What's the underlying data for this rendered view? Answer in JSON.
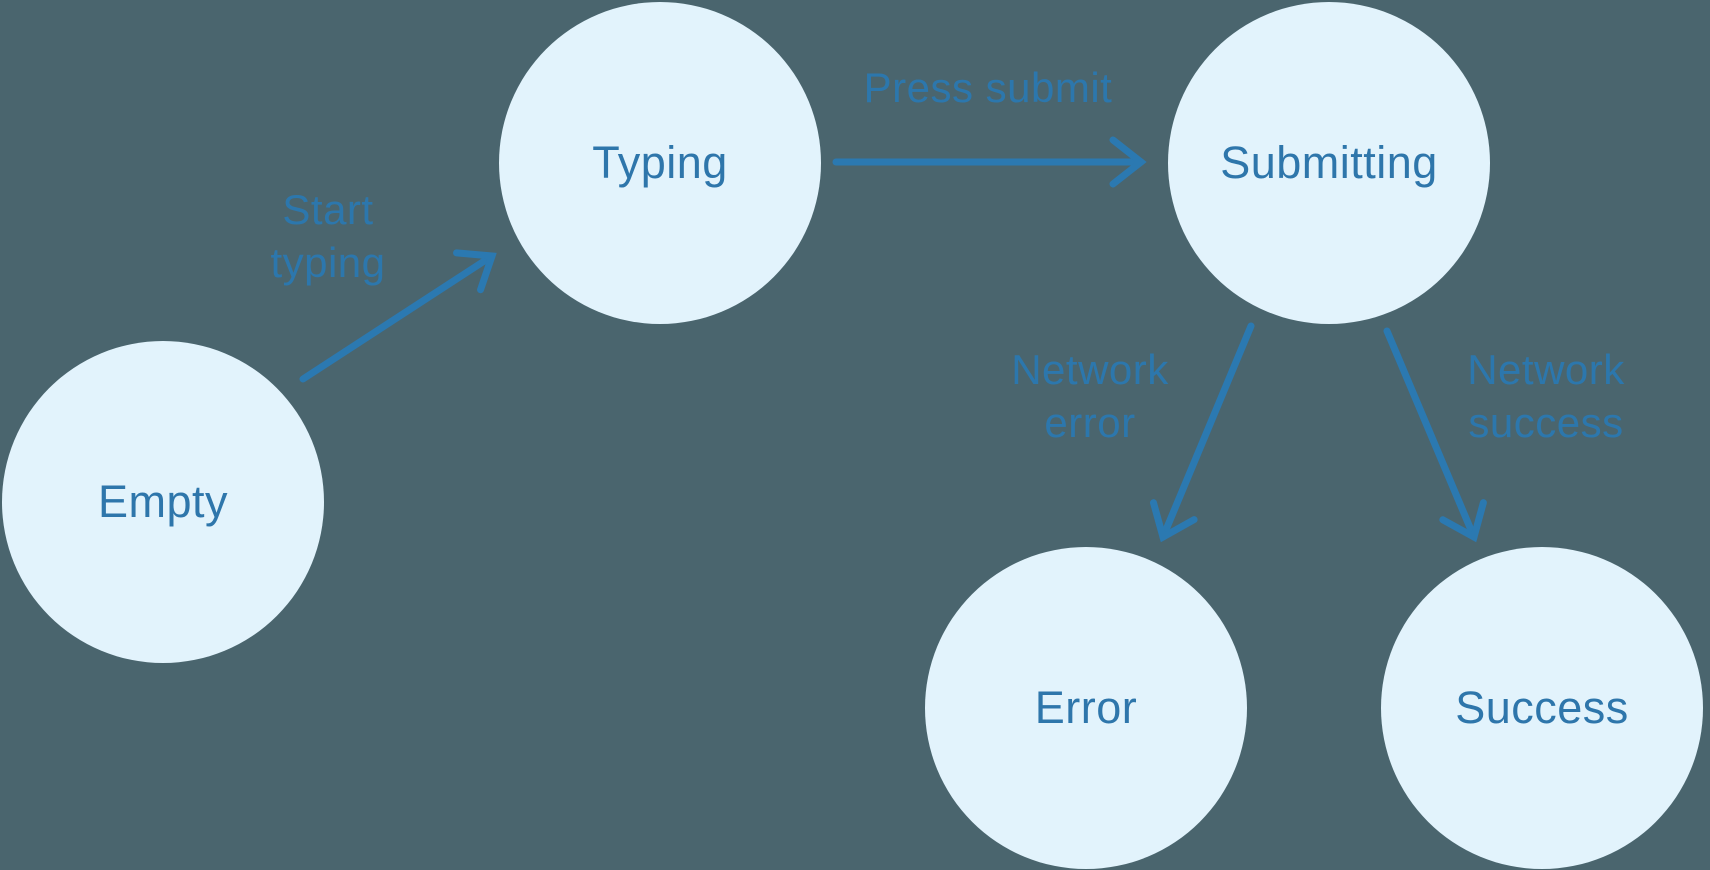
{
  "diagram": {
    "type": "state-machine",
    "colors": {
      "background": "#4a656e",
      "node-fill": "#e2f3fc",
      "node-text": "#2e76ab",
      "edge": "#2b79b1"
    },
    "nodes": [
      {
        "id": "empty",
        "label": "Empty"
      },
      {
        "id": "typing",
        "label": "Typing"
      },
      {
        "id": "submitting",
        "label": "Submitting"
      },
      {
        "id": "error",
        "label": "Error"
      },
      {
        "id": "success",
        "label": "Success"
      }
    ],
    "edges": [
      {
        "from": "empty",
        "to": "typing",
        "label": "Start typing"
      },
      {
        "from": "typing",
        "to": "submitting",
        "label": "Press submit"
      },
      {
        "from": "submitting",
        "to": "error",
        "label": "Network error"
      },
      {
        "from": "submitting",
        "to": "success",
        "label": "Network success"
      }
    ]
  }
}
